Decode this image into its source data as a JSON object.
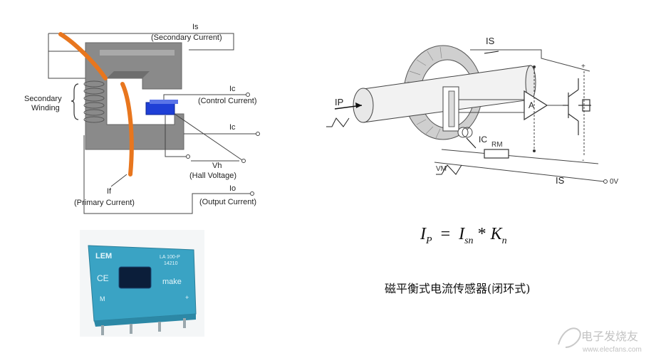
{
  "left_diagram": {
    "is_label": "Is",
    "is_desc": "(Secondary Current)",
    "secondary_winding_line1": "Secondary",
    "secondary_winding_line2": "Winding",
    "ic_label_top": "Ic",
    "ic_desc": "(Control Current)",
    "ic_label_bottom": "Ic",
    "vh_label": "Vh",
    "vh_desc": "(Hall Voltage)",
    "if_label": "If",
    "if_desc": "(Primary Current)",
    "io_label": "Io",
    "io_desc": "(Output Current)"
  },
  "right_diagram": {
    "is_top": "IS",
    "ip_label": "IP",
    "ic_label": "IC",
    "rm_label": "RM",
    "vm_label": "VM",
    "is_bottom": "IS",
    "amp_label": "A",
    "ov_label": "0V",
    "plus_sign": "+",
    "minus_sign": "-"
  },
  "photo": {
    "logo_text": "LEM",
    "model_text": "LA 100-P",
    "code_text": "14210",
    "ce_mark": "CE",
    "brand_text": "make",
    "pin_m": "M",
    "pin_plus": "+"
  },
  "formula": {
    "lhs_main": "I",
    "lhs_sub": "P",
    "equals": "=",
    "rhs_main": "I",
    "rhs_sub": "sn",
    "times": "*",
    "k_main": "K",
    "k_sub": "n"
  },
  "caption": "磁平衡式电流传感器(闭环式)",
  "watermark": {
    "text": "电子发烧友",
    "url": "www.elecfans.com"
  },
  "colors": {
    "core_gray": "#8a8a8a",
    "wire_orange": "#e8761e",
    "hall_blue": "#1f3fd6",
    "sensor_teal": "#3aa3c4"
  }
}
